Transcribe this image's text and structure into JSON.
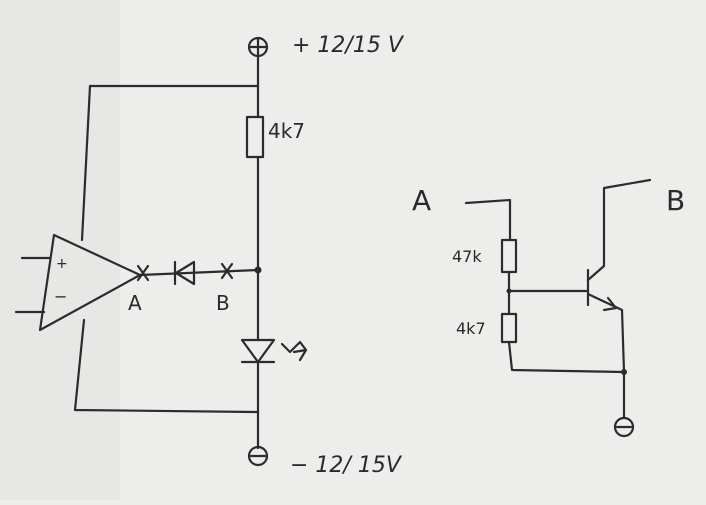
{
  "supply": {
    "positive_label": "+ 12/15 V",
    "negative_label": "− 12/ 15V"
  },
  "left_circuit": {
    "resistor_label": "4k7",
    "opamp_plus": "+",
    "opamp_minus": "−",
    "node_a_label": "A",
    "node_b_label": "B"
  },
  "right_circuit": {
    "input_label": "A",
    "output_label": "B",
    "resistor_top_label": "47k",
    "resistor_bottom_label": "4k7"
  },
  "colors": {
    "ink": "#2c2c2c",
    "paper": "#ededeb"
  }
}
